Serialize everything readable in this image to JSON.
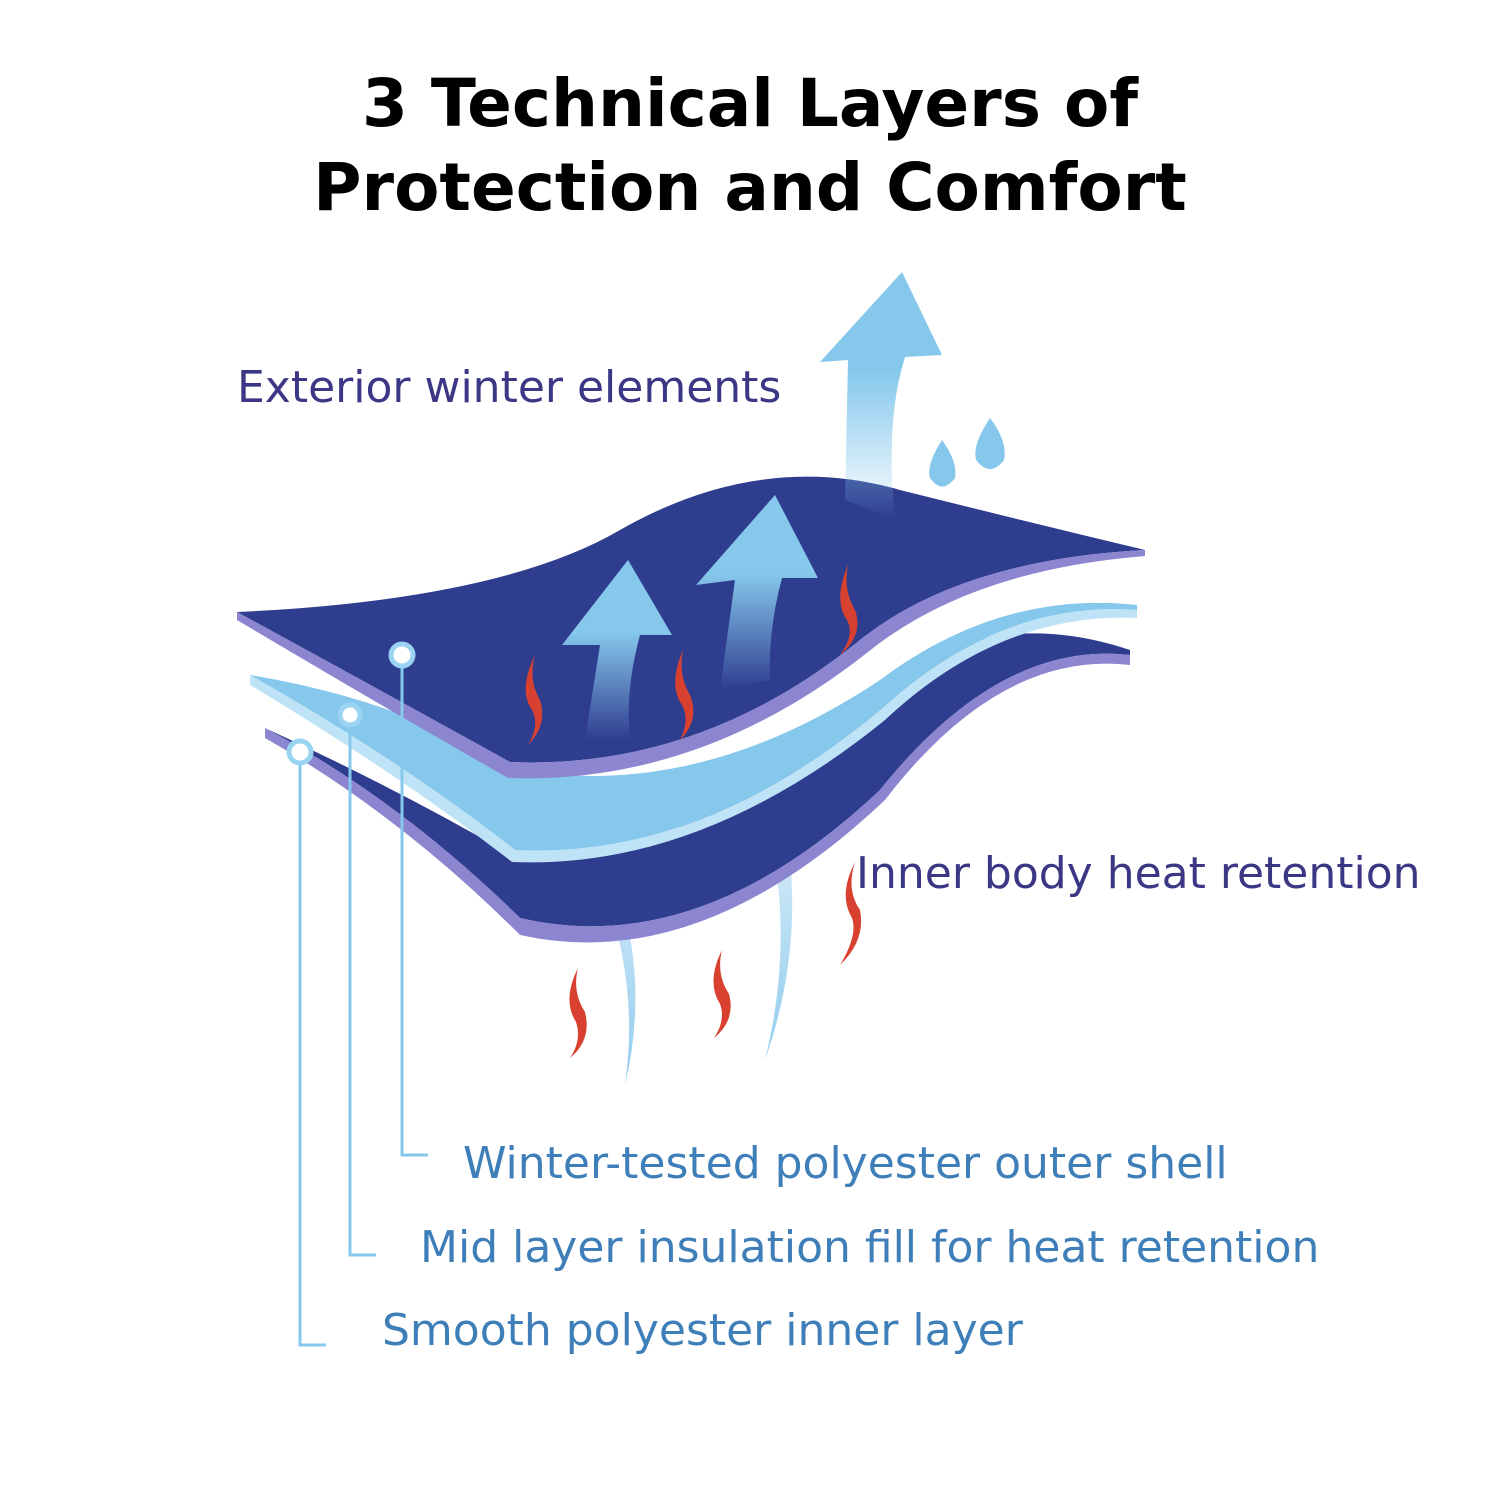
{
  "title": {
    "line1": "3 Technical Layers of",
    "line2": "Protection and Comfort"
  },
  "labels": {
    "exterior": "Exterior winter elements",
    "inner_heat": "Inner body heat retention",
    "outer_shell": "Winter-tested polyester outer shell",
    "mid_layer": "Mid layer insulation fill for heat retention",
    "inner_layer": "Smooth polyester inner layer"
  },
  "colors": {
    "dark_layer": "#2f3d8f",
    "light_layer": "#86c8ec",
    "edge": "#8c86d0",
    "flame": "#d8412f",
    "label_top": "#3b3784",
    "label_bottom": "#3f7fb9"
  }
}
